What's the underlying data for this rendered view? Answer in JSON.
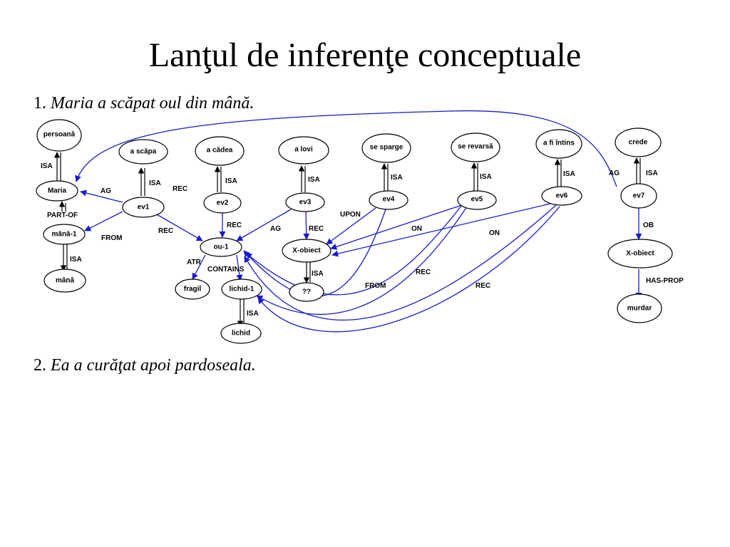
{
  "title": "Lanţul de inferenţe conceptuale",
  "sentence1": {
    "num": "1.",
    "text": "Maria a scăpat oul din mână."
  },
  "sentence2": {
    "num": "2.",
    "text": "Ea a curăţat apoi pardoseala."
  },
  "colors": {
    "arrow": "#1a1acc",
    "node_stroke": "#000000"
  },
  "nodes": {
    "persoana": "persoană",
    "maria": "Maria",
    "mana1": "mână-1",
    "mana": "mână",
    "a_scapa": "a scăpa",
    "ev1": "ev1",
    "a_cadea": "a cădea",
    "ev2": "ev2",
    "a_lovi": "a lovi",
    "ev3": "ev3",
    "se_sparge": "se sparge",
    "ev4": "ev4",
    "se_revarsa": "se revarsă",
    "ev5": "ev5",
    "a_fi_intins": "a fi întins",
    "ev6": "ev6",
    "crede": "crede",
    "ev7": "ev7",
    "ou1": "ou-1",
    "fragil": "fragil",
    "lichid1": "lichid-1",
    "lichid": "lichid",
    "x_obiect_mid": "X-obiect",
    "qq": "??",
    "x_obiect_right": "X-obiect",
    "murdar": "murdar"
  },
  "edge_labels": {
    "isa": "ISA",
    "part_of": "PART-OF",
    "ag": "AG",
    "from": "FROM",
    "rec": "REC",
    "atr": "ATR",
    "contains": "CONTAINS",
    "upon": "UPON",
    "on": "ON",
    "ob": "OB",
    "has_prop": "HAS-PROP"
  }
}
